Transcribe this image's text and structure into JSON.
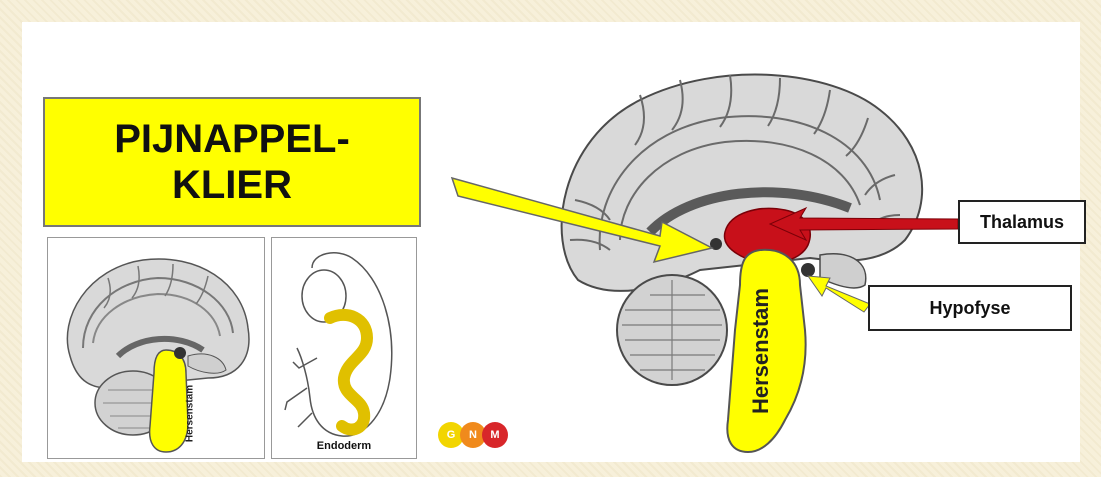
{
  "title": {
    "line1": "PIJNAPPEL-",
    "line2": "KLIER"
  },
  "labels": {
    "thalamus": "Thalamus",
    "hypofyse": "Hypofyse",
    "hersenstam_main": "Hersenstam",
    "hersenstam_thumb": "Hersenstam",
    "endoderm": "Endoderm"
  },
  "logo": {
    "letters": [
      "G",
      "N",
      "M"
    ],
    "colors": [
      "#f2d500",
      "#f08a1c",
      "#d8262a"
    ]
  },
  "colors": {
    "highlight_yellow": "#ffff00",
    "thalamus_red": "#c8101a",
    "brain_gray": "#d6d6d6"
  }
}
